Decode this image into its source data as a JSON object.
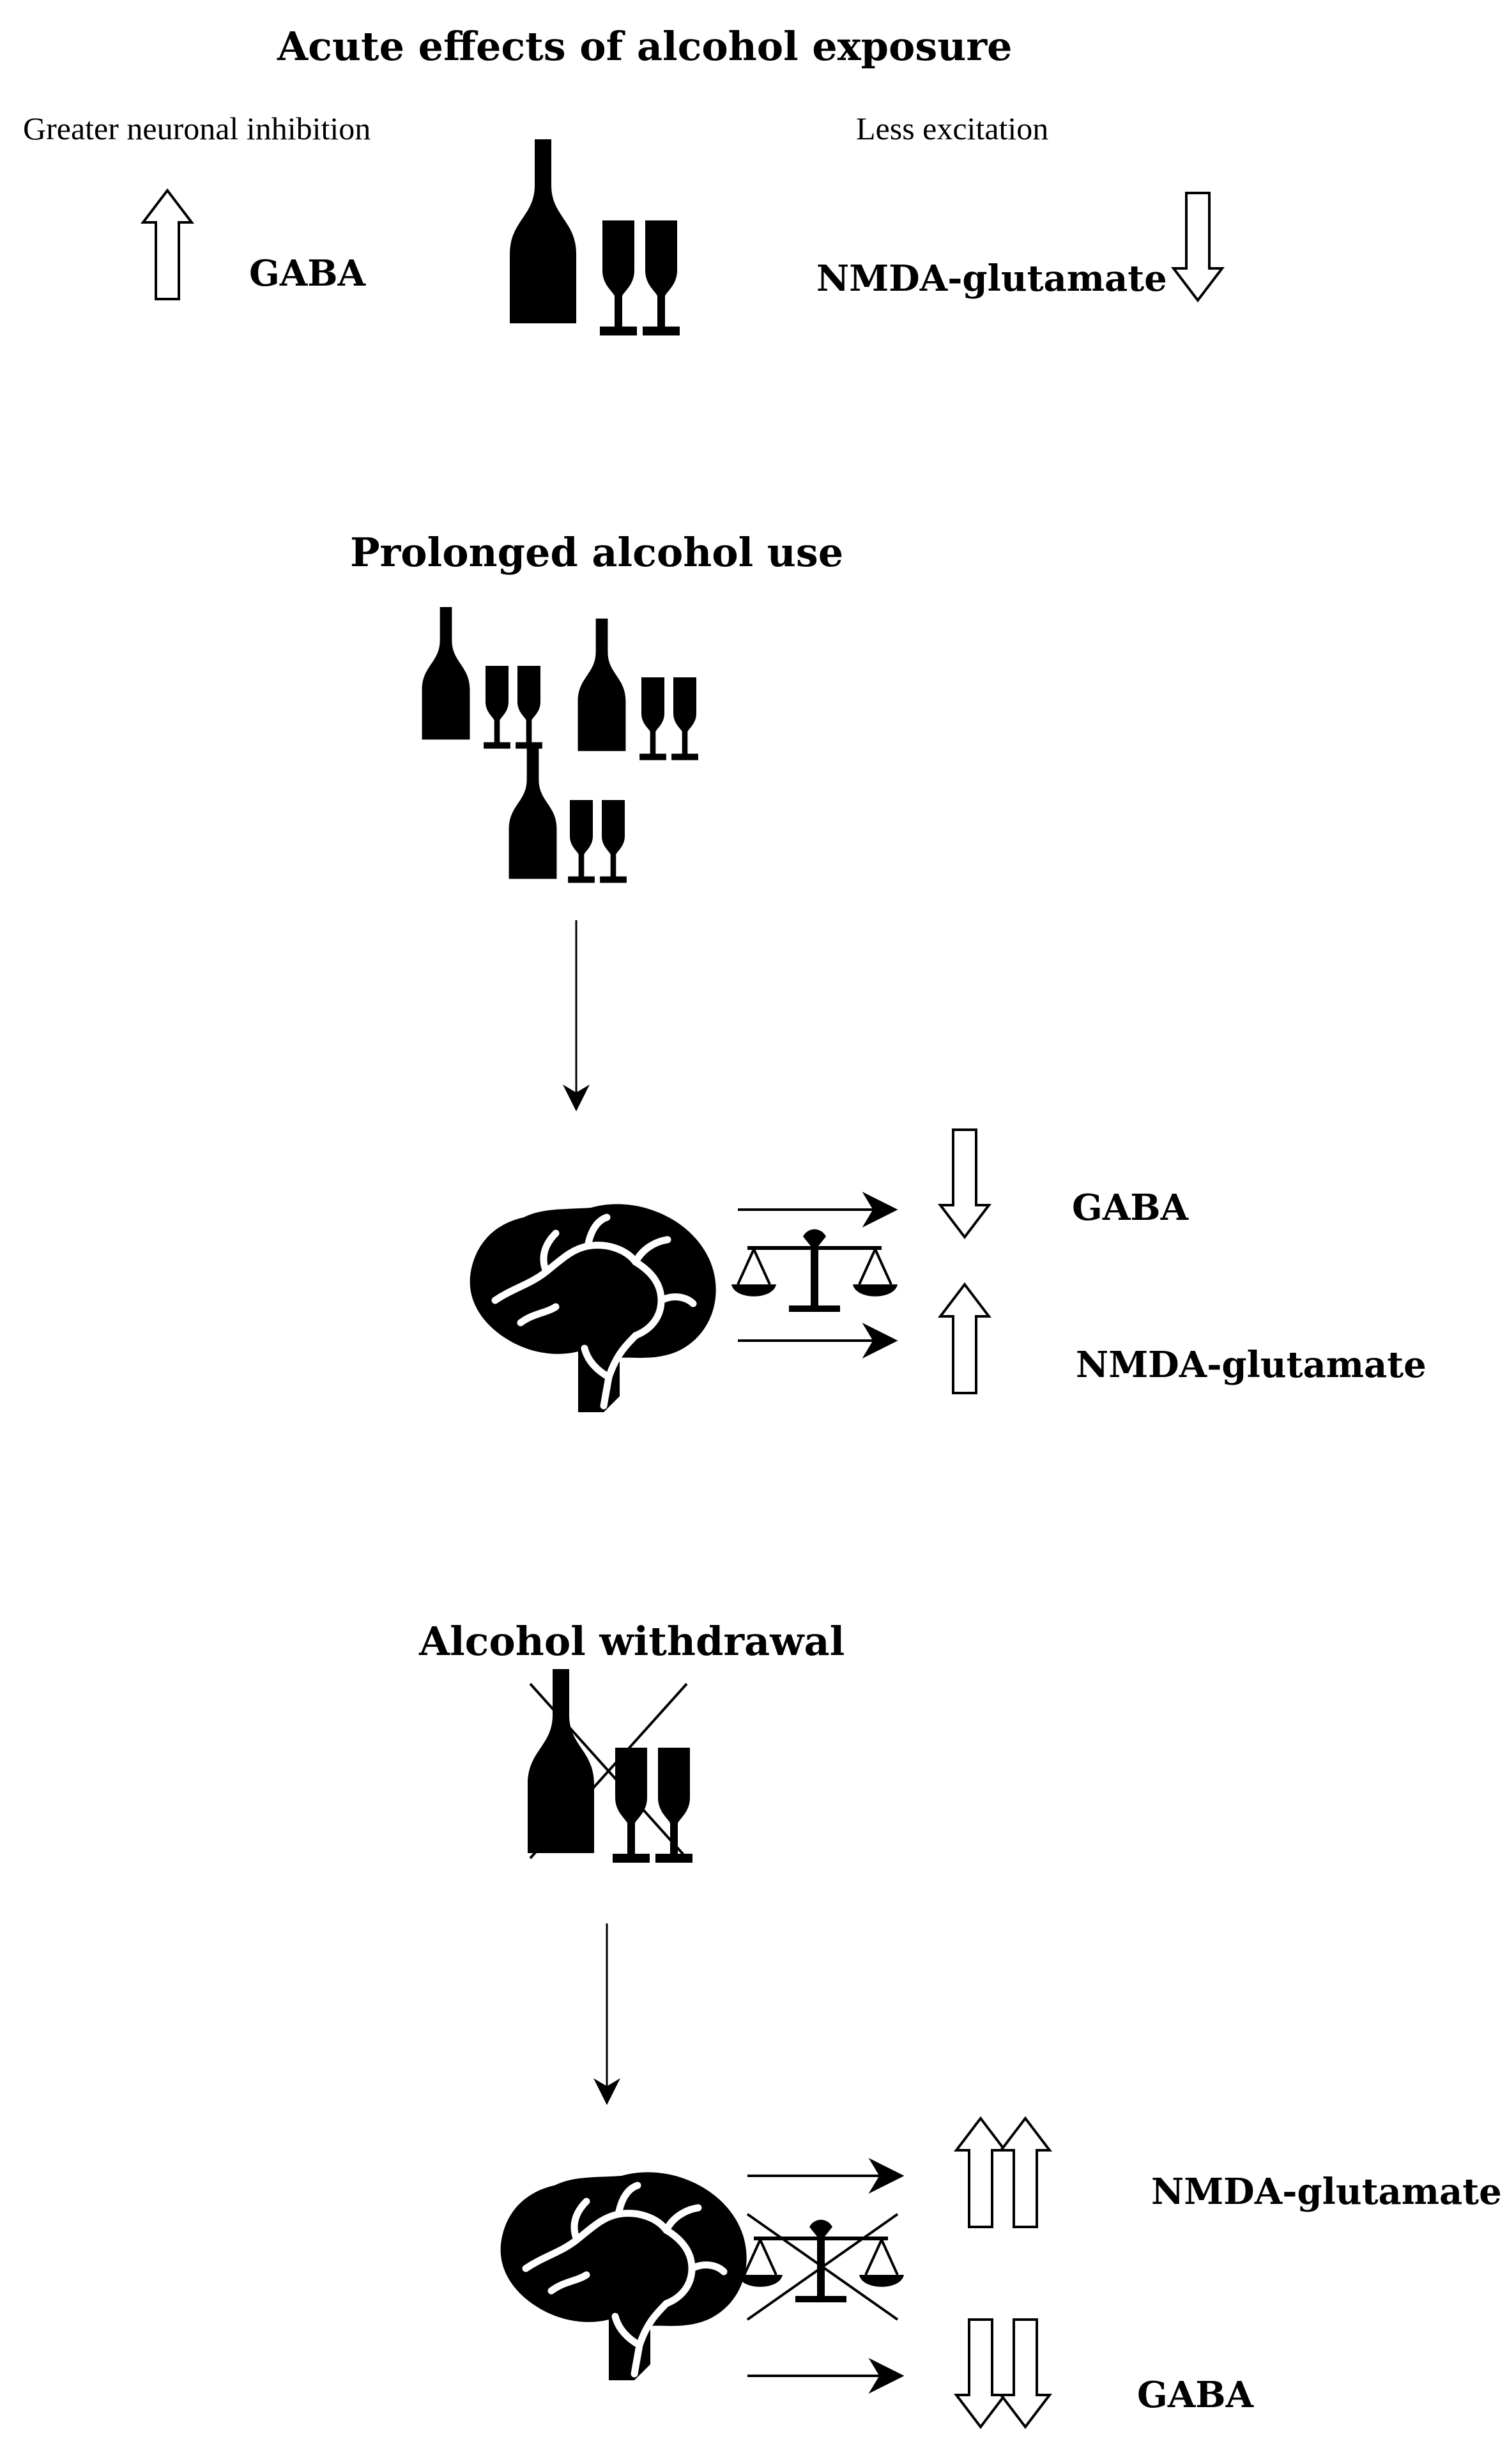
{
  "acute": {
    "title": "Acute effects of alcohol exposure",
    "left_note": "Greater neuronal inhibition",
    "right_note": "Less excitation",
    "gaba": "GABA",
    "nmda": "NMDA-glutamate"
  },
  "prolonged": {
    "title": "Prolonged alcohol use",
    "gaba": "GABA",
    "nmda": "NMDA-glutamate"
  },
  "withdrawal": {
    "title": "Alcohol withdrawal",
    "nmda": "NMDA-glutamate",
    "gaba": "GABA"
  },
  "icons": [
    "bottle-glasses-icon",
    "brain-icon",
    "balance-scale-icon",
    "hollow-up-arrow-icon",
    "hollow-down-arrow-icon",
    "cross-icon"
  ]
}
